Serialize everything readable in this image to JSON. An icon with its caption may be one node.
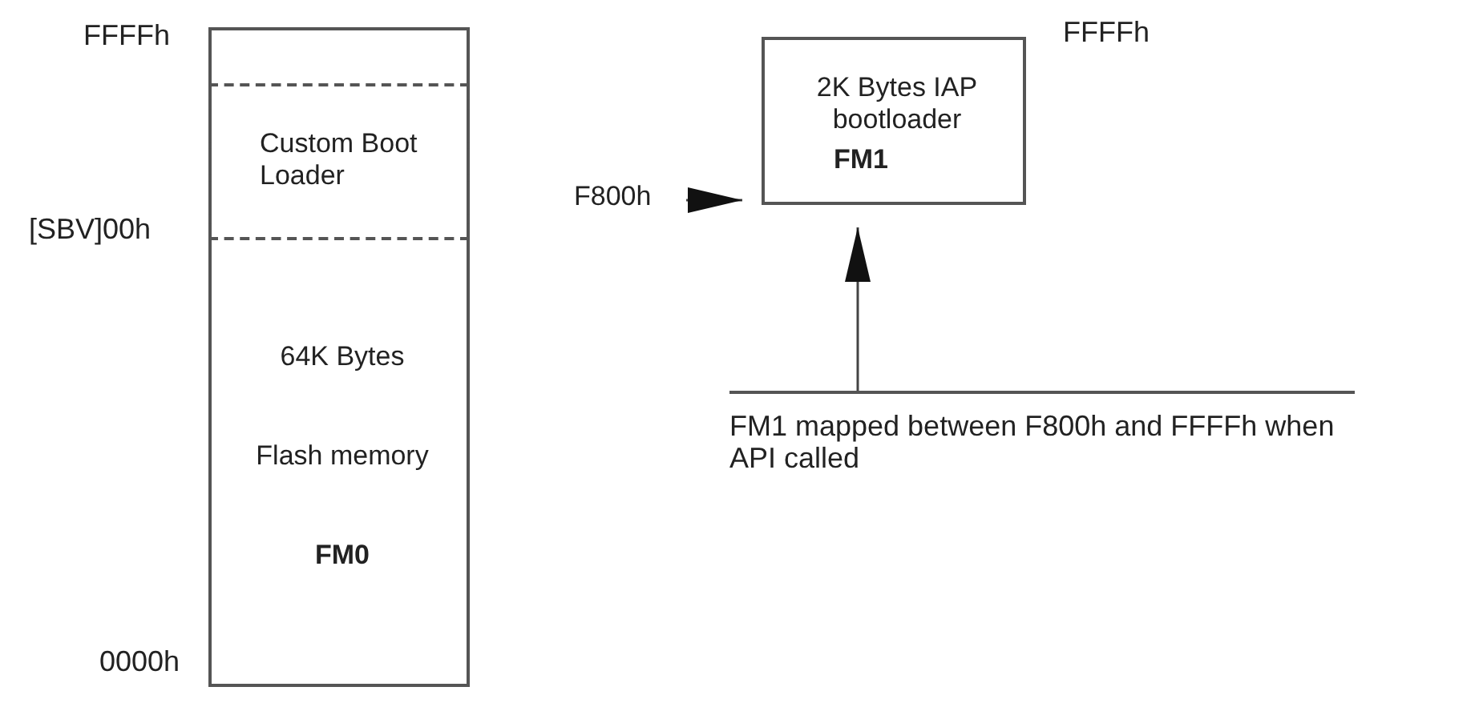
{
  "diagram": {
    "nodes": [
      {
        "text": [
          "64K Bytes",
          "Flash memory",
          "FM0"
        ]
      },
      {
        "text": [
          "Custom Boot Loader"
        ],
        "in": 0
      },
      {
        "text": [
          "2K Bytes IAP bootloader",
          "FM1"
        ]
      },
      {
        "text": [
          "F800h"
        ]
      },
      {
        "text": [
          "FM1 mapped between F800h and FFFFh when API called"
        ]
      }
    ],
    "edges": [
      {
        "from": 3,
        "to": 2,
        "arrow": "to"
      },
      {
        "from": 4,
        "to": 2,
        "arrow": "to"
      }
    ],
    "labels": [
      "FFFFh",
      "[SBV]00h",
      "0000h",
      "FFFFh"
    ]
  }
}
